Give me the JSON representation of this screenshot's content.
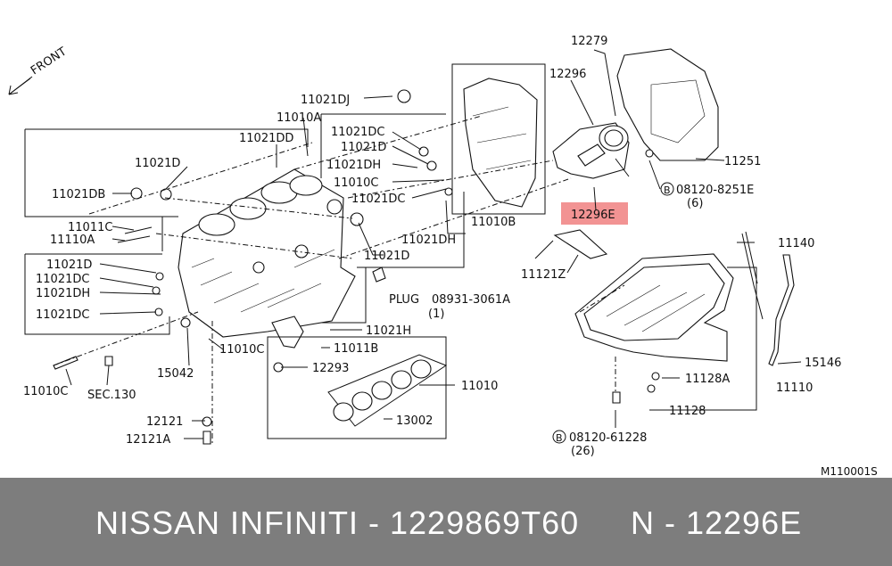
{
  "diagram": {
    "front_label": "FRONT",
    "ref_code": "M110001S",
    "highlight_color": "#f08080",
    "highlighted_part": "12296E",
    "labels": {
      "l12279": "12279",
      "l12296": "12296",
      "l11251": "11251",
      "l08120_8251E": "08120-8251E",
      "l08120_8251E_qty": "(6)",
      "l12296E": "12296E",
      "l11021DJ": "11021DJ",
      "l11010A": "11010A",
      "l11021DD": "11021DD",
      "l11021DC_a": "11021DC",
      "l11021D_a": "11021D",
      "l11021DH_a": "11021DH",
      "l11010C_a": "11010C",
      "l11021DC_b": "11021DC",
      "l11021D_b": "11021D",
      "l11021DB": "11021DB",
      "l11010B": "11010B",
      "l11021DH_b": "11021DH",
      "l11011C": "11011C",
      "l11110A": "11110A",
      "l11021D_c": "11021D",
      "l11021D_d": "11021D",
      "l11021DC_c": "11021DC",
      "l11021DH_c": "11021DH",
      "l11021DC_d": "11021DC",
      "l11121Z": "11121Z",
      "l11140": "11140",
      "plug_label": "PLUG",
      "plug_part": "08931-3061A",
      "plug_qty": "(1)",
      "l11021H": "11021H",
      "l11011B": "11011B",
      "l11010C_b": "11010C",
      "l15042": "15042",
      "l12293": "12293",
      "l11010": "11010",
      "l13002": "13002",
      "l11010C_c": "11010C",
      "l_sec130": "SEC.130",
      "l12121": "12121",
      "l12121A": "12121A",
      "l11128A": "11128A",
      "l11128": "11128",
      "l11110": "11110",
      "l15146": "15146",
      "l08120_61228": "08120-61228",
      "l08120_61228_qty": "(26)",
      "bolt_symbol": "B"
    }
  },
  "footer": {
    "brand": "NISSAN  INFINITI - 1229869T60",
    "part_code": "N - 12296E",
    "background": "#7d7d7d"
  }
}
